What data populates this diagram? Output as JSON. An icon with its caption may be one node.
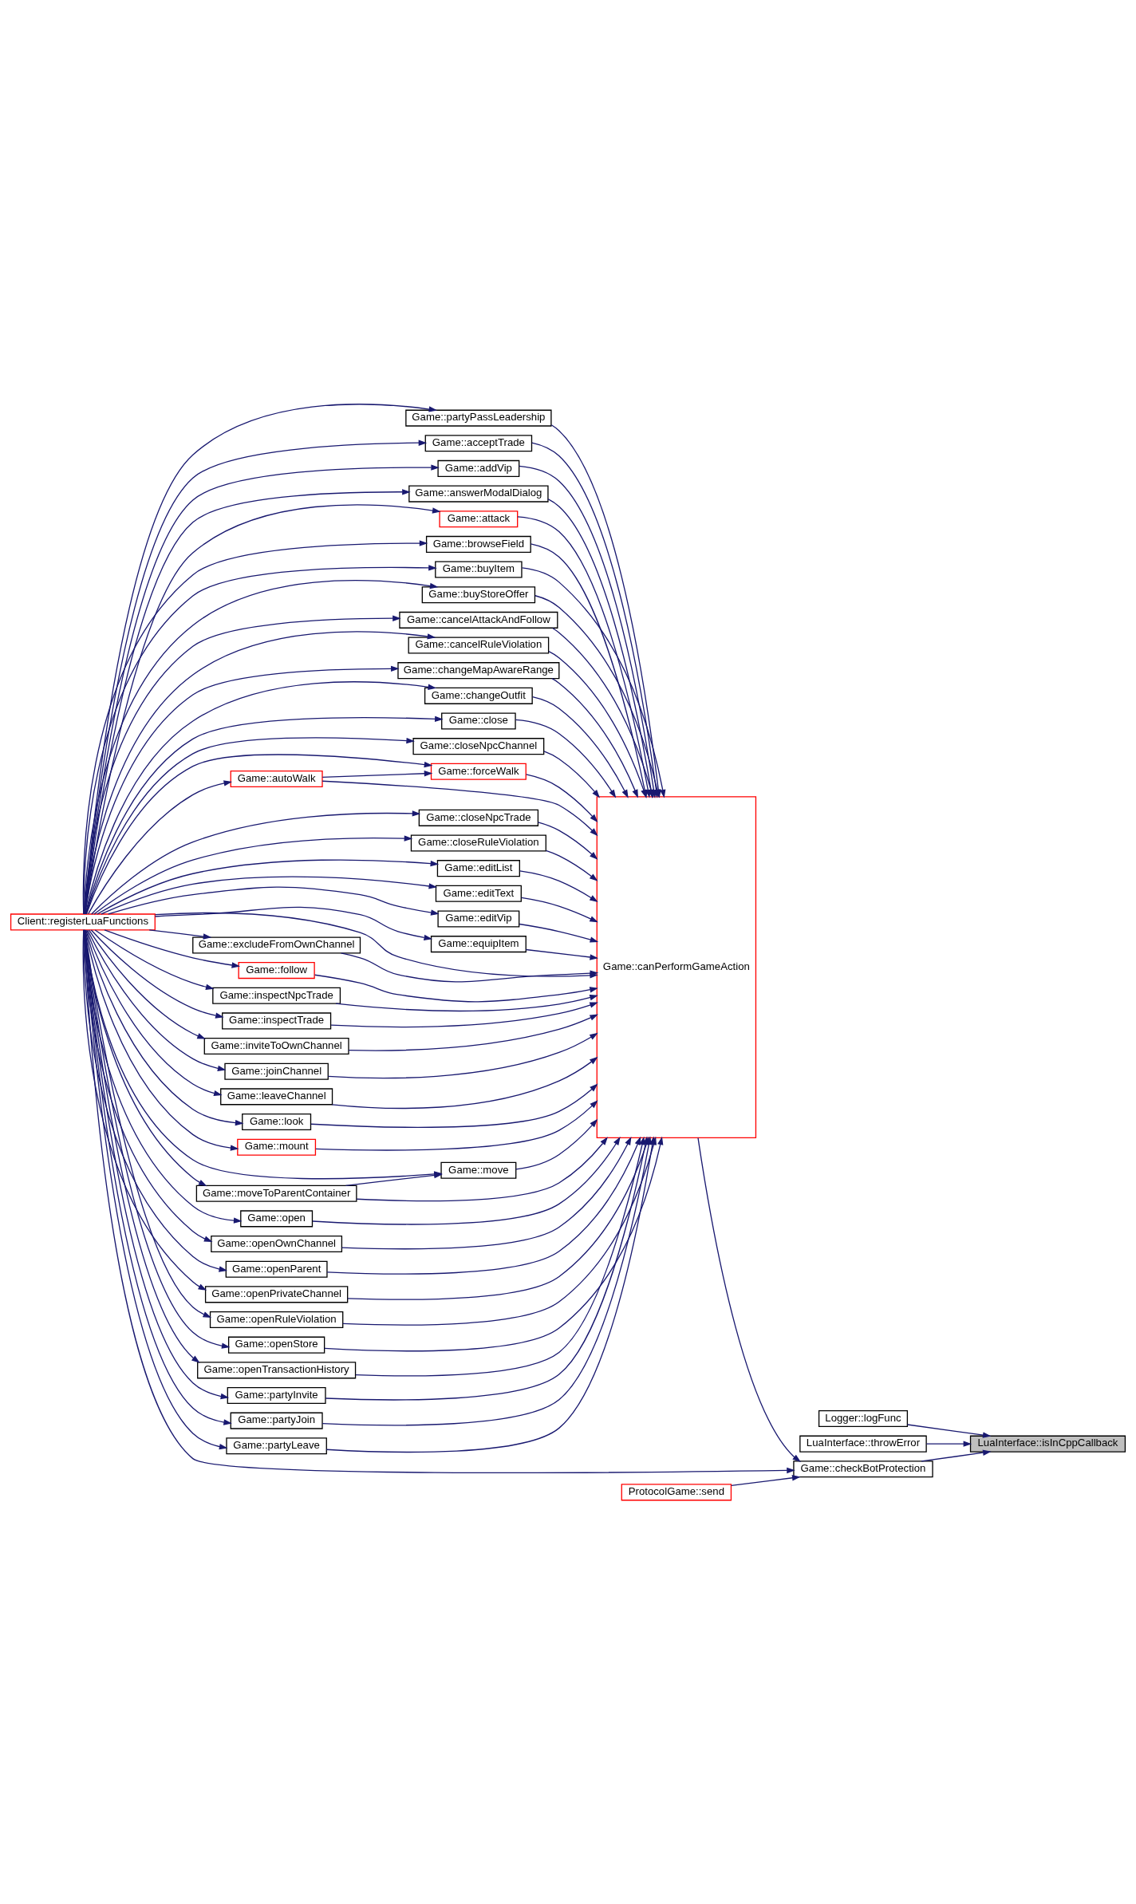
{
  "diagram": {
    "nodes": [
      {
        "text": [
          "Game::partyPassLeadership"
        ]
      },
      {
        "text": [
          "Game::acceptTrade"
        ]
      },
      {
        "text": [
          "Game::addVip"
        ]
      },
      {
        "text": [
          "Game::answerModalDialog"
        ]
      },
      {
        "text": [
          "Game::attack"
        ]
      },
      {
        "text": [
          "Game::browseField"
        ]
      },
      {
        "text": [
          "Game::buyItem"
        ]
      },
      {
        "text": [
          "Game::buyStoreOffer"
        ]
      },
      {
        "text": [
          "Game::cancelAttackAndFollow"
        ]
      },
      {
        "text": [
          "Game::cancelRuleViolation"
        ]
      },
      {
        "text": [
          "Game::changeMapAwareRange"
        ]
      },
      {
        "text": [
          "Game::changeOutfit"
        ]
      },
      {
        "text": [
          "Game::close"
        ]
      },
      {
        "text": [
          "Game::closeNpcChannel"
        ]
      },
      {
        "text": [
          "Game::autoWalk"
        ]
      },
      {
        "text": [
          "Game::forceWalk"
        ]
      },
      {
        "text": [
          "Game::closeNpcTrade"
        ]
      },
      {
        "text": [
          "Game::closeRuleViolation"
        ]
      },
      {
        "text": [
          "Game::editList"
        ]
      },
      {
        "text": [
          "Game::editText"
        ]
      },
      {
        "text": [
          "Game::editVip"
        ]
      },
      {
        "text": [
          "Client::registerLuaFunctions"
        ]
      },
      {
        "text": [
          "Game::equipItem"
        ]
      },
      {
        "text": [
          "Game::canPerformGameAction"
        ]
      },
      {
        "text": [
          "Game::excludeFromOwnChannel"
        ]
      },
      {
        "text": [
          "Game::follow"
        ]
      },
      {
        "text": [
          "Game::inspectNpcTrade"
        ]
      },
      {
        "text": [
          "Game::inspectTrade"
        ]
      },
      {
        "text": [
          "Game::inviteToOwnChannel"
        ]
      },
      {
        "text": [
          "Game::joinChannel"
        ]
      },
      {
        "text": [
          "Game::leaveChannel"
        ]
      },
      {
        "text": [
          "Game::look"
        ]
      },
      {
        "text": [
          "Game::mount"
        ]
      },
      {
        "text": [
          "Game::move"
        ]
      },
      {
        "text": [
          "Game::moveToParentContainer"
        ]
      },
      {
        "text": [
          "Game::open"
        ]
      },
      {
        "text": [
          "Game::openOwnChannel"
        ]
      },
      {
        "text": [
          "Game::openParent"
        ]
      },
      {
        "text": [
          "Game::openPrivateChannel"
        ]
      },
      {
        "text": [
          "Game::openRuleViolation"
        ]
      },
      {
        "text": [
          "Game::openStore"
        ]
      },
      {
        "text": [
          "Game::openTransactionHistory"
        ]
      },
      {
        "text": [
          "Game::partyInvite"
        ]
      },
      {
        "text": [
          "Game::partyJoin"
        ]
      },
      {
        "text": [
          "Game::partyLeave"
        ]
      },
      {
        "text": [
          "Game::checkBotProtection"
        ]
      },
      {
        "text": [
          "ProtocolGame::send"
        ]
      },
      {
        "text": [
          "Logger::logFunc"
        ]
      },
      {
        "text": [
          "LuaInterface::isInCppCallback"
        ]
      },
      {
        "text": [
          "LuaInterface::throwError"
        ]
      }
    ],
    "edges": [
      {
        "from": 21,
        "to": 0,
        "arrow": "to"
      },
      {
        "from": 21,
        "to": 1,
        "arrow": "to"
      },
      {
        "from": 21,
        "to": 2,
        "arrow": "to"
      },
      {
        "from": 21,
        "to": 3,
        "arrow": "to"
      },
      {
        "from": 21,
        "to": 4,
        "arrow": "to"
      },
      {
        "from": 21,
        "to": 5,
        "arrow": "to"
      },
      {
        "from": 21,
        "to": 6,
        "arrow": "to"
      },
      {
        "from": 21,
        "to": 7,
        "arrow": "to"
      },
      {
        "from": 21,
        "to": 8,
        "arrow": "to"
      },
      {
        "from": 21,
        "to": 9,
        "arrow": "to"
      },
      {
        "from": 21,
        "to": 10,
        "arrow": "to"
      },
      {
        "from": 21,
        "to": 11,
        "arrow": "to"
      },
      {
        "from": 21,
        "to": 12,
        "arrow": "to"
      },
      {
        "from": 21,
        "to": 13,
        "arrow": "to"
      },
      {
        "from": 21,
        "to": 14,
        "arrow": "to"
      },
      {
        "from": 21,
        "to": 15,
        "arrow": "to"
      },
      {
        "from": 21,
        "to": 16,
        "arrow": "to"
      },
      {
        "from": 21,
        "to": 17,
        "arrow": "to"
      },
      {
        "from": 21,
        "to": 18,
        "arrow": "to"
      },
      {
        "from": 21,
        "to": 19,
        "arrow": "to"
      },
      {
        "from": 21,
        "to": 20,
        "arrow": "to"
      },
      {
        "from": 21,
        "to": 22,
        "arrow": "to"
      },
      {
        "from": 21,
        "to": 23,
        "arrow": "to"
      },
      {
        "from": 21,
        "to": 24,
        "arrow": "to"
      },
      {
        "from": 21,
        "to": 25,
        "arrow": "to"
      },
      {
        "from": 21,
        "to": 26,
        "arrow": "to"
      },
      {
        "from": 21,
        "to": 27,
        "arrow": "to"
      },
      {
        "from": 21,
        "to": 28,
        "arrow": "to"
      },
      {
        "from": 21,
        "to": 29,
        "arrow": "to"
      },
      {
        "from": 21,
        "to": 30,
        "arrow": "to"
      },
      {
        "from": 21,
        "to": 31,
        "arrow": "to"
      },
      {
        "from": 21,
        "to": 32,
        "arrow": "to"
      },
      {
        "from": 21,
        "to": 33,
        "arrow": "to"
      },
      {
        "from": 21,
        "to": 34,
        "arrow": "to"
      },
      {
        "from": 21,
        "to": 35,
        "arrow": "to"
      },
      {
        "from": 21,
        "to": 36,
        "arrow": "to"
      },
      {
        "from": 21,
        "to": 37,
        "arrow": "to"
      },
      {
        "from": 21,
        "to": 38,
        "arrow": "to"
      },
      {
        "from": 21,
        "to": 39,
        "arrow": "to"
      },
      {
        "from": 21,
        "to": 40,
        "arrow": "to"
      },
      {
        "from": 21,
        "to": 41,
        "arrow": "to"
      },
      {
        "from": 21,
        "to": 42,
        "arrow": "to"
      },
      {
        "from": 21,
        "to": 43,
        "arrow": "to"
      },
      {
        "from": 21,
        "to": 44,
        "arrow": "to"
      },
      {
        "from": 21,
        "to": 45,
        "arrow": "to"
      },
      {
        "from": 14,
        "to": 15,
        "arrow": "to"
      },
      {
        "from": 34,
        "to": 33,
        "arrow": "to"
      },
      {
        "from": 0,
        "to": 23,
        "arrow": "to"
      },
      {
        "from": 1,
        "to": 23,
        "arrow": "to"
      },
      {
        "from": 2,
        "to": 23,
        "arrow": "to"
      },
      {
        "from": 3,
        "to": 23,
        "arrow": "to"
      },
      {
        "from": 4,
        "to": 23,
        "arrow": "to"
      },
      {
        "from": 5,
        "to": 23,
        "arrow": "to"
      },
      {
        "from": 6,
        "to": 23,
        "arrow": "to"
      },
      {
        "from": 7,
        "to": 23,
        "arrow": "to"
      },
      {
        "from": 8,
        "to": 23,
        "arrow": "to"
      },
      {
        "from": 9,
        "to": 23,
        "arrow": "to"
      },
      {
        "from": 10,
        "to": 23,
        "arrow": "to"
      },
      {
        "from": 11,
        "to": 23,
        "arrow": "to"
      },
      {
        "from": 12,
        "to": 23,
        "arrow": "to"
      },
      {
        "from": 13,
        "to": 23,
        "arrow": "to"
      },
      {
        "from": 14,
        "to": 23,
        "arrow": "to"
      },
      {
        "from": 15,
        "to": 23,
        "arrow": "to"
      },
      {
        "from": 16,
        "to": 23,
        "arrow": "to"
      },
      {
        "from": 17,
        "to": 23,
        "arrow": "to"
      },
      {
        "from": 18,
        "to": 23,
        "arrow": "to"
      },
      {
        "from": 19,
        "to": 23,
        "arrow": "to"
      },
      {
        "from": 20,
        "to": 23,
        "arrow": "to"
      },
      {
        "from": 22,
        "to": 23,
        "arrow": "to"
      },
      {
        "from": 24,
        "to": 23,
        "arrow": "to"
      },
      {
        "from": 25,
        "to": 23,
        "arrow": "to"
      },
      {
        "from": 26,
        "to": 23,
        "arrow": "to"
      },
      {
        "from": 27,
        "to": 23,
        "arrow": "to"
      },
      {
        "from": 28,
        "to": 23,
        "arrow": "to"
      },
      {
        "from": 29,
        "to": 23,
        "arrow": "to"
      },
      {
        "from": 30,
        "to": 23,
        "arrow": "to"
      },
      {
        "from": 31,
        "to": 23,
        "arrow": "to"
      },
      {
        "from": 32,
        "to": 23,
        "arrow": "to"
      },
      {
        "from": 33,
        "to": 23,
        "arrow": "to"
      },
      {
        "from": 34,
        "to": 23,
        "arrow": "to"
      },
      {
        "from": 35,
        "to": 23,
        "arrow": "to"
      },
      {
        "from": 36,
        "to": 23,
        "arrow": "to"
      },
      {
        "from": 37,
        "to": 23,
        "arrow": "to"
      },
      {
        "from": 38,
        "to": 23,
        "arrow": "to"
      },
      {
        "from": 39,
        "to": 23,
        "arrow": "to"
      },
      {
        "from": 40,
        "to": 23,
        "arrow": "to"
      },
      {
        "from": 41,
        "to": 23,
        "arrow": "to"
      },
      {
        "from": 42,
        "to": 23,
        "arrow": "to"
      },
      {
        "from": 43,
        "to": 23,
        "arrow": "to"
      },
      {
        "from": 44,
        "to": 23,
        "arrow": "to"
      },
      {
        "from": 23,
        "to": 45,
        "arrow": "to"
      },
      {
        "from": 46,
        "to": 45,
        "arrow": "to"
      },
      {
        "from": 45,
        "to": 48,
        "arrow": "to"
      },
      {
        "from": 47,
        "to": 48,
        "arrow": "to"
      },
      {
        "from": 49,
        "to": 48,
        "arrow": "to"
      }
    ]
  }
}
